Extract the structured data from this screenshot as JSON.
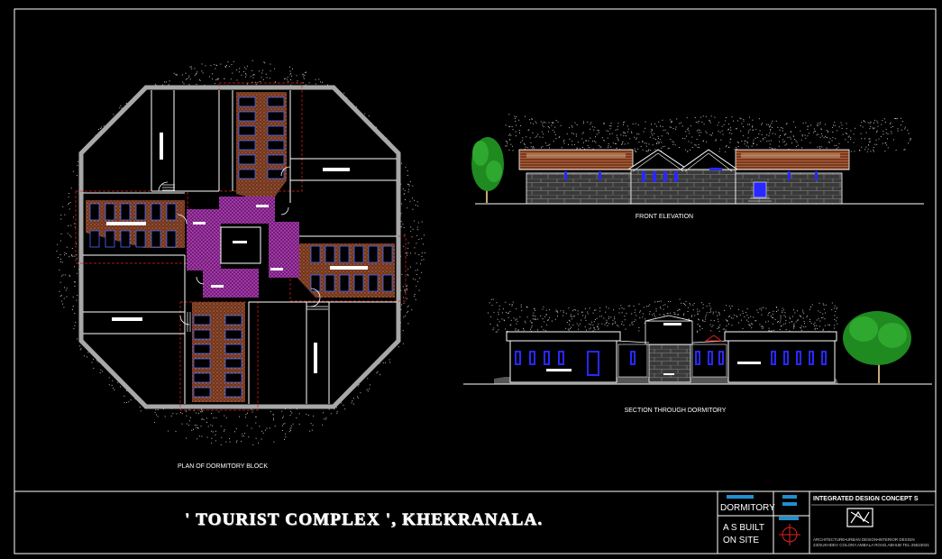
{
  "drawing": {
    "project_title": "' TOURIST COMPLEX ', KHEKRANALA.",
    "views": {
      "plan": "PLAN OF DORMITORY BLOCK",
      "elevation": "FRONT ELEVATION",
      "section": "SECTION THROUGH DORMITORY"
    }
  },
  "title_block": {
    "sheet_name": "DORMITORY",
    "status_line1": "A S BUILT",
    "status_line2": "ON SITE",
    "firm_name": "INTEGRATED DESIGN CONCEPT S",
    "firm_services": "ARCHITECTURE•URBAN DESIGN•INTERIOR DESIGN",
    "firm_address": "23/SUKHDEV COLONY,AMBALA ROAD,ABHUB TEL-25523031"
  },
  "colors": {
    "background": "#000000",
    "wall": "#a8a8a8",
    "line": "#ffffff",
    "brick": "#8b4a2e",
    "toilet": "#8a2a8e",
    "window": "#2828ff",
    "hidden": "#e02020",
    "tree": "#1f8a1f",
    "accent": "#1e90d0"
  }
}
